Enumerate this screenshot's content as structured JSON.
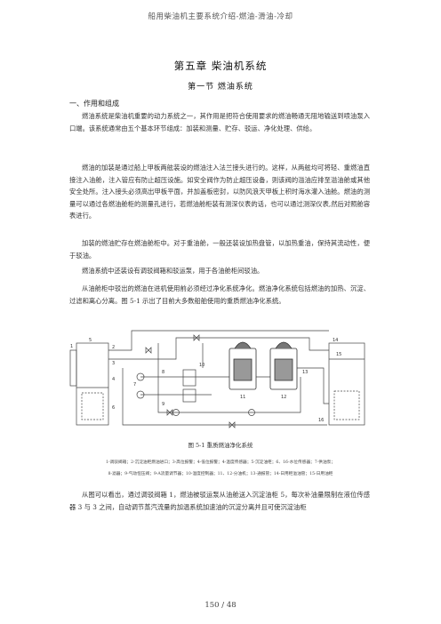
{
  "header": "船用柴油机主要系统介绍-燃油-滑油-冷却",
  "chapter_title": "第五章    柴油机系统",
  "section_title": "第一节      燃油系统",
  "subsection_title": "一、作用和组成",
  "paragraphs": [
    "燃油系统是柴油机重要的动力系统之一，其作用是把符合使用要求的燃油畅通无阻地输送到喷油泵入口端。该系统通常由五个基本环节组成：加装和测量、贮存、驳运、净化处理、供给。",
    "燃油的加装是通过船上甲板两舷装设的燃油注入法兰接头进行的。这样，从两舷均可将轻、重燃油直接注入油舱，注入管应有防止超压设施。如安全阀作为防止超压设备，则该阀的溢油应排至溢油舱或其他安全处所。注入接头必须高出甲板平面，并加盖板密封，以防风浪天甲板上积时海水灌入油舱。燃油的测量可以通过各燃油舱柜的测量孔进行，若燃油舱柜装有测深仪表的话，也可以通过测深仪表,然后对照舱容表进行。",
    "加装的燃油贮存在燃油舱柜中。对于重油舱，一般还装设加热盘管，以加热重油，保持其流动性，便于驳油。",
    "燃油系统中还装设有调驳阀箱和驳运泵，用于各油舱柜间驳油。",
    "从油舱柜中驳出的燃油在进机使用前必须经过净化系统净化。燃油净化系统包括燃油的加热、沉淀、过滤和离心分离。图 5-1 示出了目前大多数船舶使用的重质燃油净化系统。",
    "从图可以看出，通过调驳阀箱 1，燃油被驳运泵从油舱送入沉淀油柜 5，每次补油量限制在液位传感器 3 与 3 之间，自动调节蒸汽流量的加温系统加速油的沉淀分离并且可使沉淀油柜"
  ],
  "figure": {
    "labels": [
      "1",
      "2",
      "3",
      "4",
      "5",
      "6",
      "7",
      "8",
      "9",
      "10",
      "11",
      "12",
      "13",
      "14",
      "15",
      "16"
    ]
  },
  "caption": "图 5-1  重质燃油净化系统",
  "legend": [
    "1-调驳阀箱；2-沉淀油柜燃油进口；3-高位报警；4-低位报警；4-温度传感器；5-沉淀油柜；6、16-水位传感器；7-供油泵；",
    "8-滤器；9-气动恒压阀；9-A流量调节器；10-温度控制器；11、12-分油机；13-通报管；14-日用柜溢油管；15-日用油柜"
  ],
  "footer": "150 / 48"
}
